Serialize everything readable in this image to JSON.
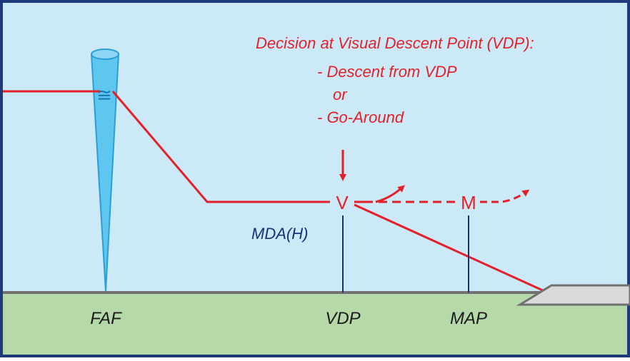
{
  "diagram": {
    "decision_title": "Decision at Visual Descent Point (VDP):",
    "option_descent": "- Descent from VDP",
    "option_or": "or",
    "option_go_around": "- Go-Around",
    "vdp_marker": "V",
    "map_marker": "M",
    "mda_label": "MDA(H)",
    "ground_labels": {
      "faf": "FAF",
      "vdp": "VDP",
      "map": "MAP"
    },
    "faf_symbol": "≅"
  },
  "colors": {
    "sky": "#cce9f7",
    "ground": "#b5d9a9",
    "border": "#1f3a7a",
    "path_red": "#e4202a",
    "navy_text": "#1a2f7a",
    "beacon_fill": "#5fc6f0",
    "beacon_stroke": "#2a9fd6",
    "runway_fill": "#d9d9d9",
    "runway_stroke": "#707070"
  }
}
